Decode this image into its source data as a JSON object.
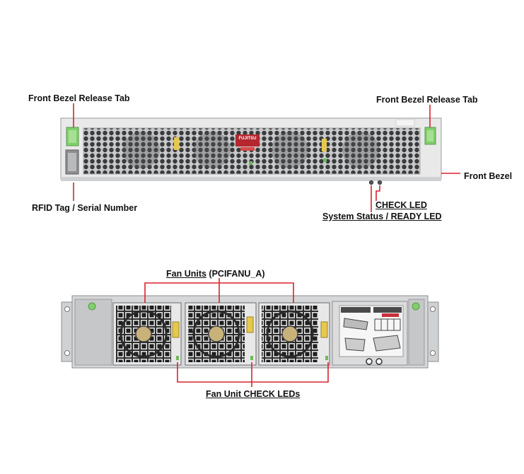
{
  "front": {
    "release_tab_left": "Front Bezel Release Tab",
    "release_tab_right": "Front Bezel Release Tab",
    "front_bezel": "Front Bezel",
    "rfid": "RFID Tag / Serial Number",
    "check_led": "CHECK LED",
    "status_led": "System Status / READY LED",
    "logo_text": "FUJITSU"
  },
  "rear": {
    "fan_units_label": "Fan Units",
    "fan_units_model": " (PCIFANU_A)",
    "fan_check_leds": "Fan Unit CHECK LEDs",
    "fan_count": 3
  },
  "colors": {
    "callout": "#d9232d",
    "chassis": "#d6d7d9",
    "bezel": "#e9e9ea",
    "tab_green": "#7fcf6a",
    "logo_red": "#b5262d"
  }
}
